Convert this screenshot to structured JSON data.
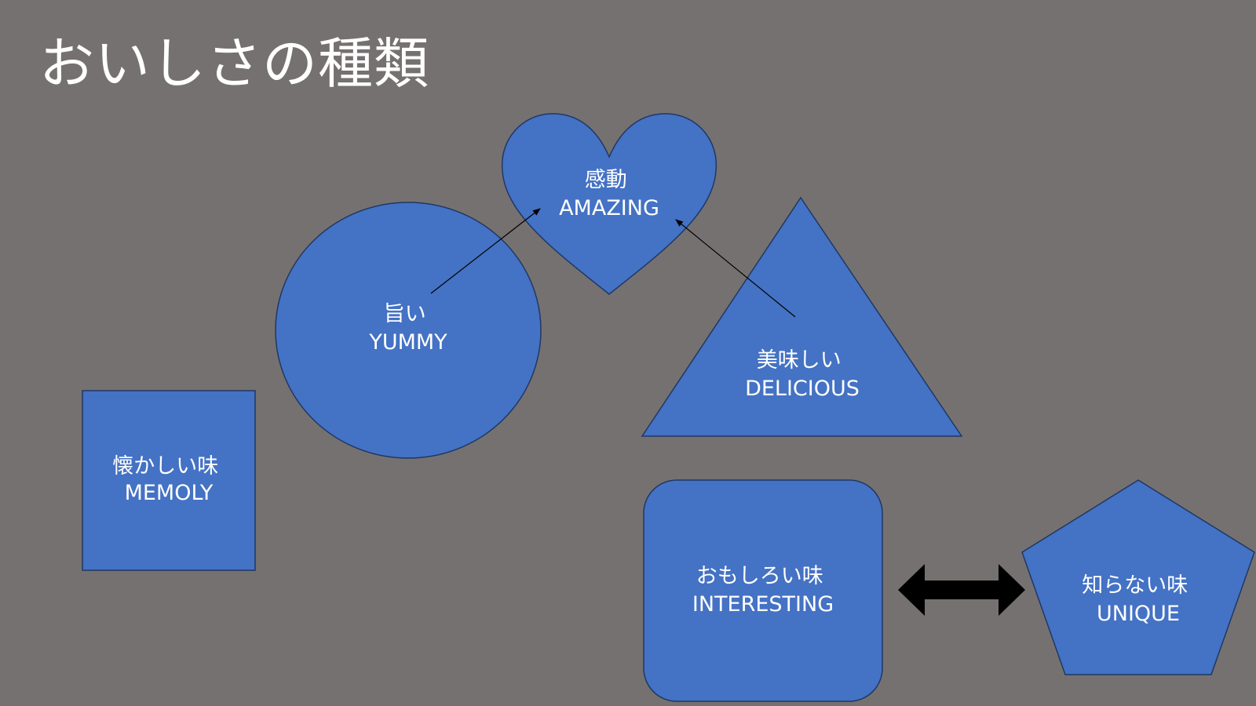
{
  "title": "おいしさの種類",
  "colors": {
    "background": "#767171",
    "shape_fill": "#4472C4",
    "shape_stroke": "#1F3864",
    "text": "#ffffff",
    "connector": "#000000"
  },
  "shapes": {
    "heart": {
      "line1": "感動",
      "line2": "AMAZING"
    },
    "circle": {
      "line1": "旨い",
      "line2": "YUMMY"
    },
    "triangle": {
      "line1": "美味しい",
      "line2": "DELICIOUS"
    },
    "square": {
      "line1": "懐かしい味",
      "line2": "MEMOLY"
    },
    "rounded_rect": {
      "line1": "おもしろい味",
      "line2": "INTERESTING"
    },
    "pentagon": {
      "line1": "知らない味",
      "line2": "UNIQUE"
    }
  },
  "connectors": [
    {
      "from": "circle",
      "to": "heart",
      "style": "arrow"
    },
    {
      "from": "triangle",
      "to": "heart",
      "style": "arrow"
    },
    {
      "from": "rounded_rect",
      "to": "pentagon",
      "style": "double-arrow"
    }
  ]
}
